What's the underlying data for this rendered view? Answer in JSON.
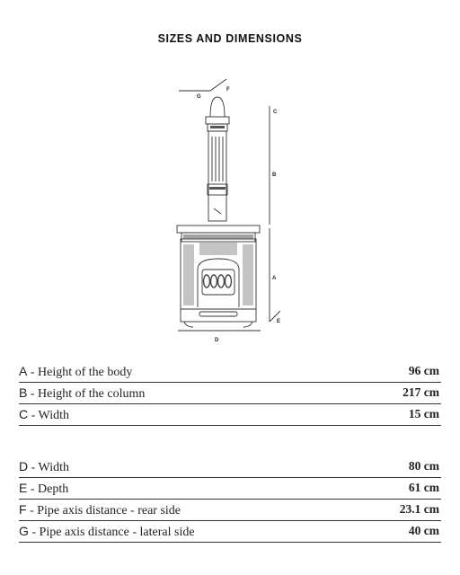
{
  "title": "SIZES AND DIMENSIONS",
  "diagram": {
    "labels": {
      "A": "A",
      "B": "B",
      "C": "C",
      "D": "D",
      "E": "E",
      "F": "F",
      "G": "G"
    }
  },
  "dimensions_group1": [
    {
      "letter": "A",
      "description": " - Height of the body",
      "value": "96 cm"
    },
    {
      "letter": "B",
      "description": " - Height of the column",
      "value": "217 cm"
    },
    {
      "letter": "C",
      "description": " - Width",
      "value": "15 cm"
    }
  ],
  "dimensions_group2": [
    {
      "letter": "D",
      "description": " - Width",
      "value": "80 cm"
    },
    {
      "letter": "E",
      "description": " - Depth",
      "value": "61 cm"
    },
    {
      "letter": "F",
      "description": " - Pipe axis distance - rear side",
      "value": "23.1 cm"
    },
    {
      "letter": "G",
      "description": " - Pipe axis distance - lateral side",
      "value": "40 cm"
    }
  ]
}
